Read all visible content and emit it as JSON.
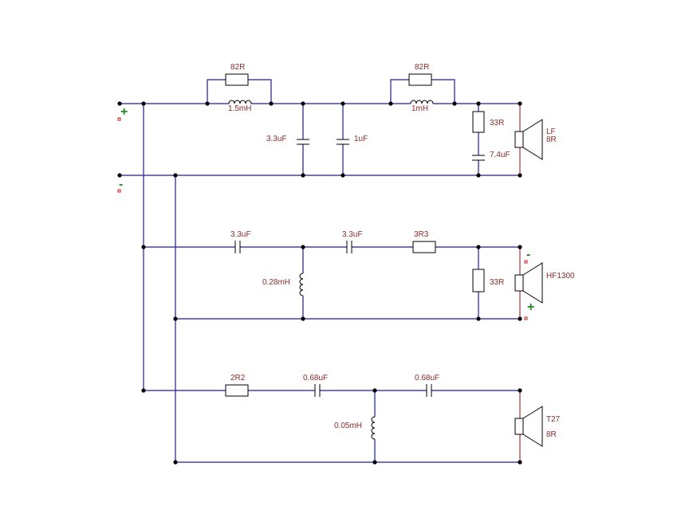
{
  "colors": {
    "wire": "#1c1ca8",
    "label": "#8b2b2b",
    "polarity": "#1f8a1f",
    "terminal": "#d01010"
  },
  "input": {
    "plus": "+",
    "minus": "-"
  },
  "lf": {
    "r1": "82R",
    "l1": "1.5mH",
    "r2": "82R",
    "l2": "1mH",
    "c1": "3.3uF",
    "c2": "1uF",
    "rz": "33R",
    "cz": "7.4uF",
    "spk_name": "LF",
    "spk_imp": "8R"
  },
  "hf": {
    "c1": "3.3uF",
    "c2": "3.3uF",
    "r1": "3R3",
    "l1": "0.28mH",
    "rp": "33R",
    "spk_name": "HF1300",
    "minus": "-",
    "plus": "+"
  },
  "tw": {
    "r1": "2R2",
    "c1": "0.68uF",
    "c2": "0.68uF",
    "l1": "0.05mH",
    "spk_name": "T27",
    "spk_imp": "8R"
  }
}
